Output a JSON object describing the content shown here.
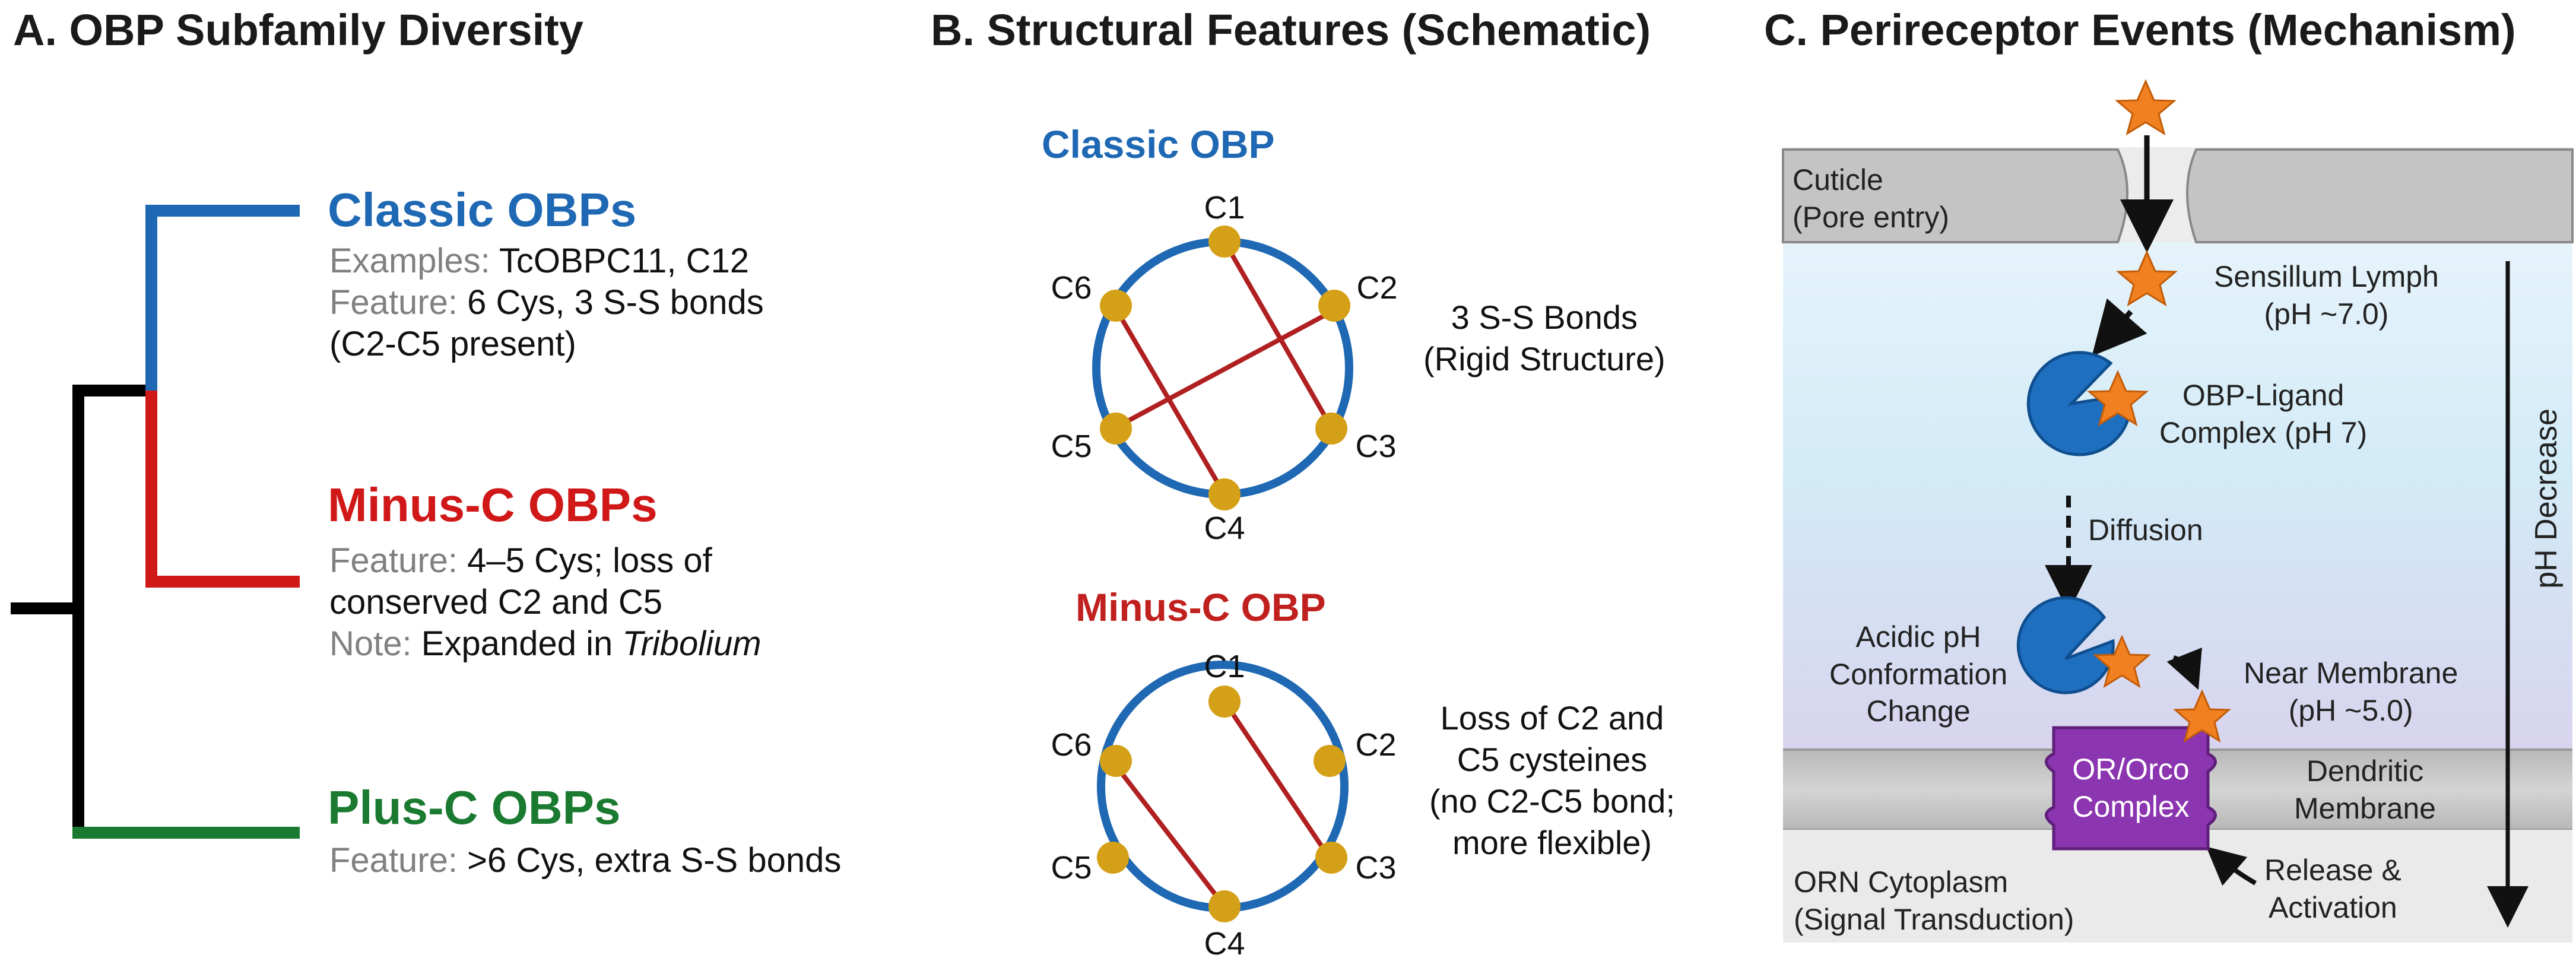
{
  "panel_a": {
    "title": "A. OBP Subfamily Diversity",
    "classic": {
      "name": "Classic OBPs",
      "examples_label": "Examples:",
      "examples_value": " TcOBPC11, C12",
      "feature_label": "Feature:",
      "feature_value": " 6 Cys, 3 S-S bonds",
      "feature_cont": "(C2-C5 present)"
    },
    "minus": {
      "name": "Minus-C OBPs",
      "feature_label": "Feature:",
      "feature_value": " 4–5 Cys; loss of",
      "feature_cont": "conserved C2 and C5",
      "note_label": "Note:",
      "note_value": " Expanded in ",
      "note_italic": "Tribolium"
    },
    "plus": {
      "name": "Plus-C OBPs",
      "feature_label": "Feature:",
      "feature_value": " >6 Cys, extra S-S bonds"
    },
    "colors": {
      "classic": "#1f68b3",
      "minus": "#d01818",
      "plus": "#1a7a30",
      "stem": "#000000"
    }
  },
  "panel_b": {
    "title": "B. Structural Features (Schematic)",
    "classic": {
      "title": "Classic OBP",
      "labels": [
        "C1",
        "C2",
        "C3",
        "C4",
        "C5",
        "C6"
      ],
      "note_line1": "3 S-S Bonds",
      "note_line2": "(Rigid Structure)"
    },
    "minus": {
      "title": "Minus-C OBP",
      "labels": [
        "C1",
        "C2",
        "C3",
        "C4",
        "C5",
        "C6"
      ],
      "note_line1": "Loss of C2 and",
      "note_line2": "C5 cysteines",
      "note_line3": "(no C2-C5 bond;",
      "note_line4": "more flexible)"
    },
    "colors": {
      "ring": "#1f68b3",
      "node": "#d4a017",
      "bond": "#b02020"
    }
  },
  "panel_c": {
    "title": "C. Perireceptor Events (Mechanism)",
    "cuticle_line1": "Cuticle",
    "cuticle_line2": "(Pore entry)",
    "lymph_line1": "Sensillum Lymph",
    "lymph_line2": "(pH ~7.0)",
    "complex_line1": "OBP-Ligand",
    "complex_line2": "Complex (pH 7)",
    "diffusion": "Diffusion",
    "acidic_line1": "Acidic pH",
    "acidic_line2": "Conformation",
    "acidic_line3": "Change",
    "near_line1": "Near Membrane",
    "near_line2": "(pH ~5.0)",
    "receptor_line1": "OR/Orco",
    "receptor_line2": "Complex",
    "dendritic_line1": "Dendritic",
    "dendritic_line2": "Membrane",
    "orn_line1": "ORN Cytoplasm",
    "orn_line2": "(Signal Transduction)",
    "release_line1": "Release &",
    "release_line2": "Activation",
    "ph_axis": "pH Decrease",
    "colors": {
      "obp": "#1f6fc0",
      "ligand": "#f08020",
      "receptor": "#8b35b0",
      "membrane": "#c8c8c8"
    }
  }
}
